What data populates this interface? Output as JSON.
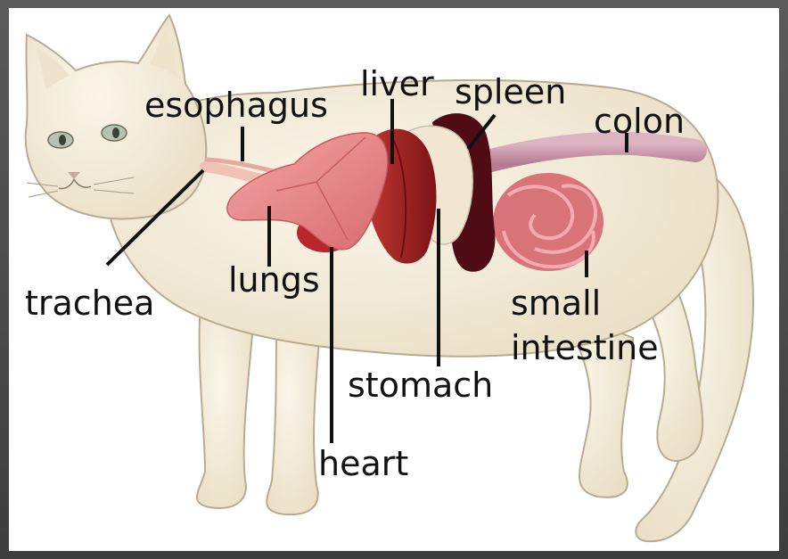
{
  "diagram": {
    "labels": {
      "esophagus": "esophagus",
      "liver": "liver",
      "spleen": "spleen",
      "colon": "colon",
      "trachea": "trachea",
      "lungs": "lungs",
      "heart": "heart",
      "stomach": "stomach",
      "small_intestine_line1": "small",
      "small_intestine_line2": "intestine"
    },
    "colors": {
      "cat_fur": "#f4ecd9",
      "cat_outline": "#b9ab90",
      "lungs": "#e98a8c",
      "liver": "#9d1f20",
      "spleen": "#4f0c14",
      "stomach": "#f0e6d2",
      "intestine": "#d8737a",
      "colon": "#c896a8",
      "leader_line": "#111111"
    }
  }
}
